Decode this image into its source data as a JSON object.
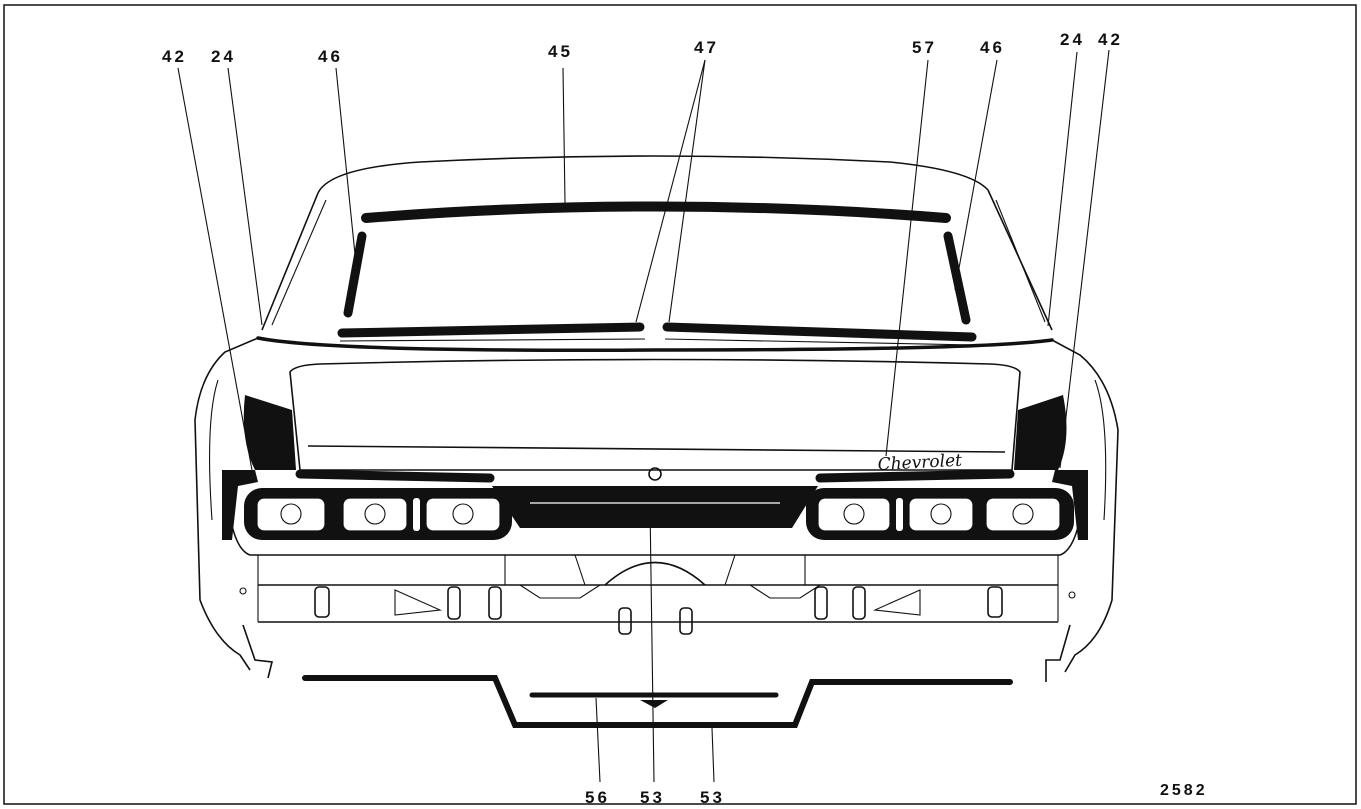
{
  "callouts": {
    "left_42": "42",
    "left_24": "24",
    "left_46": "46",
    "center_45": "45",
    "center_47": "47",
    "right_57": "57",
    "right_46": "46",
    "right_24": "24",
    "right_42": "42",
    "bottom_56": "56",
    "bottom_53a": "53",
    "bottom_53b": "53"
  },
  "emblem": {
    "script": "Chevrolet"
  },
  "figure_number": "2582",
  "colors": {
    "ink": "#111111",
    "paper": "#ffffff"
  }
}
